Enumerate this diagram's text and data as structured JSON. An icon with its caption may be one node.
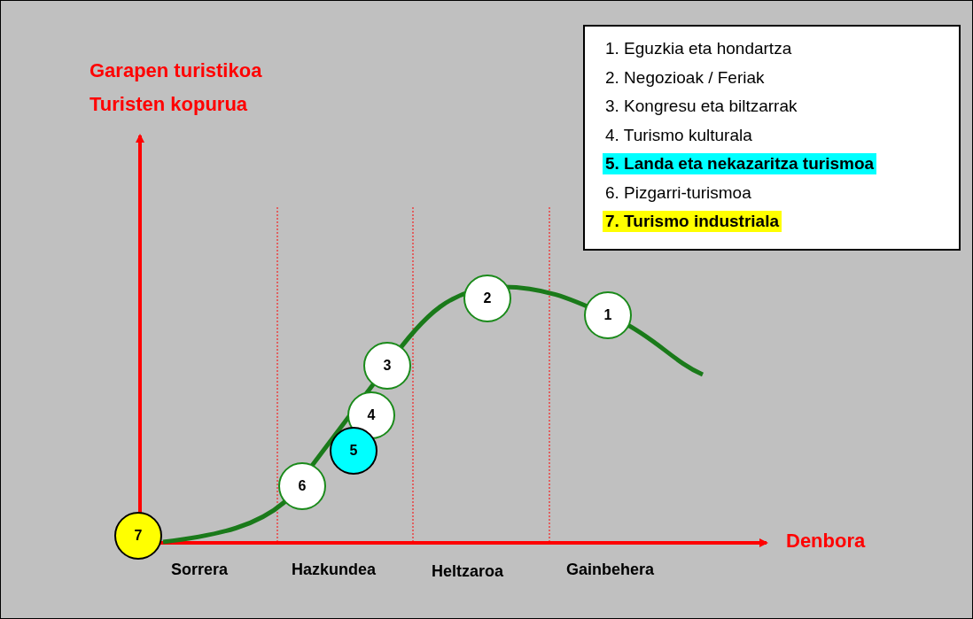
{
  "diagram": {
    "nodes": [
      {
        "text": [
          "7"
        ]
      },
      {
        "text": [
          "6"
        ]
      },
      {
        "text": [
          "5"
        ]
      },
      {
        "text": [
          "4"
        ]
      },
      {
        "text": [
          "3"
        ]
      },
      {
        "text": [
          "2"
        ]
      },
      {
        "text": [
          "1"
        ]
      }
    ],
    "labels": [
      "Garapen turistikoa",
      "Turisten kopurua",
      "Denbora",
      "Sorrera",
      "Hazkundea",
      "Heltzaroa",
      "Gainbehera"
    ],
    "legend": [
      {
        "text": "1. Eguzkia eta hondartza"
      },
      {
        "text": "2. Negozioak / Feriak"
      },
      {
        "text": "3. Kongresu eta biltzarrak"
      },
      {
        "text": "4. Turismo kulturala"
      },
      {
        "text": "5. Landa eta nekazaritza turismoa",
        "color": "#00ffff"
      },
      {
        "text": "6. Pizgarri-turismoa"
      },
      {
        "text": "7. Turismo industriala",
        "color": "#ffff00"
      }
    ]
  }
}
